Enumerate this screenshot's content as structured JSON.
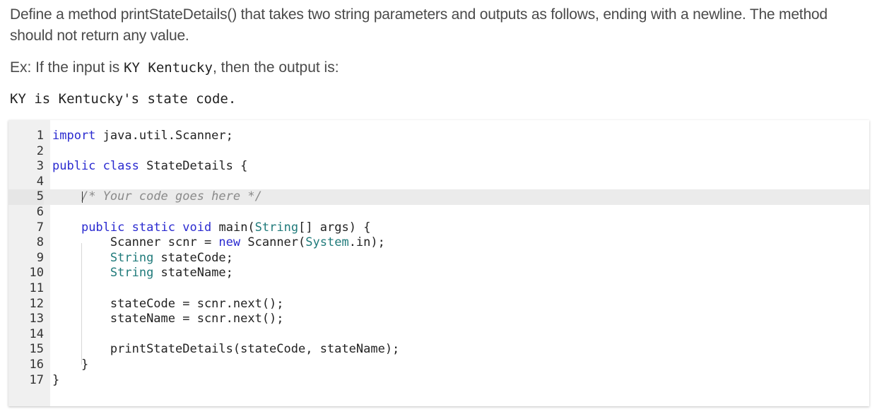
{
  "prompt": {
    "paragraph": "Define a method printStateDetails() that takes two string parameters and outputs as follows, ending with a newline. The method should not return any value.",
    "example_prefix": "Ex: If the input is ",
    "example_input": "KY Kentucky",
    "example_suffix": ", then the output is:",
    "expected_output": "KY is Kentucky's state code."
  },
  "editor": {
    "lines": [
      {
        "number": "1"
      },
      {
        "number": "2"
      },
      {
        "number": "3"
      },
      {
        "number": "4"
      },
      {
        "number": "5"
      },
      {
        "number": "6"
      },
      {
        "number": "7"
      },
      {
        "number": "8"
      },
      {
        "number": "9"
      },
      {
        "number": "10"
      },
      {
        "number": "11"
      },
      {
        "number": "12"
      },
      {
        "number": "13"
      },
      {
        "number": "14"
      },
      {
        "number": "15"
      },
      {
        "number": "16"
      },
      {
        "number": "17"
      }
    ],
    "tokens": {
      "l1_kw": "import",
      "l1_rest": " java.util.Scanner;",
      "l3_kw1": "public",
      "l3_kw2": "class",
      "l3_rest": " StateDetails {",
      "l5_comment": "/* Your code goes here */",
      "l7_kw1": "public",
      "l7_kw2": "static",
      "l7_kw3": "void",
      "l7_main": " main(",
      "l7_type": "String",
      "l7_rest": "[] args) {",
      "l8_a": "Scanner scnr = ",
      "l8_kw": "new",
      "l8_b": " Scanner(",
      "l8_type": "System",
      "l8_c": ".in);",
      "l9_type": "String",
      "l9_rest": " stateCode;",
      "l10_type": "String",
      "l10_rest": " stateName;",
      "l12": "stateCode = scnr.next();",
      "l13": "stateName = scnr.next();",
      "l15": "printStateDetails(stateCode, stateName);",
      "l16": "}",
      "l17": "}"
    }
  }
}
